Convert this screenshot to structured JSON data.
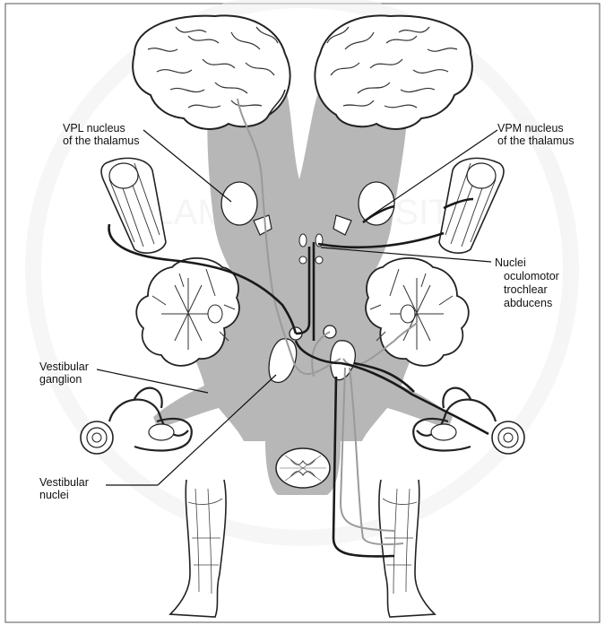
{
  "labels": {
    "vpl": {
      "line1": "VPL nucleus",
      "line2": "of the thalamus"
    },
    "vpm": {
      "line1": "VPM nucleus",
      "line2": "of the thalamus"
    },
    "nuclei": {
      "line1": "Nuclei",
      "line2": "oculomotor",
      "line3": "trochlear",
      "line4": "abducens"
    },
    "vestibular_ganglion": {
      "line1": "Vestibular",
      "line2": "ganglion"
    },
    "vestibular_nuclei": {
      "line1": "Vestibular",
      "line2": "nuclei"
    }
  },
  "watermark_text": "ALAMA UNIVERSITY",
  "colors": {
    "brainstem_gray": "#b7b7b7",
    "pathway_dark": "#1a1a1a",
    "pathway_light": "#9a9a9a",
    "outline": "#222222",
    "watermark": "#eeeeee"
  }
}
